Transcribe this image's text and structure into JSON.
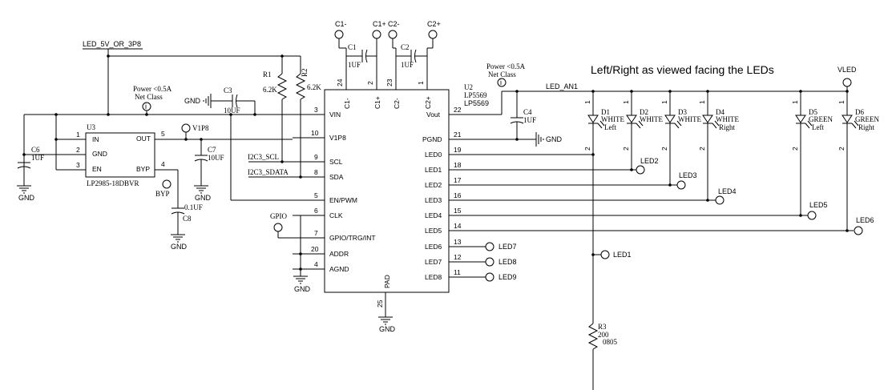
{
  "caption": "Left/Right as viewed facing the LEDs",
  "nets": {
    "led_5v": "LED_5V_OR_3P8",
    "power_note_1": "Power <0.5A",
    "power_note_2": "Net Class",
    "power_note2_1": "Power <0.5A",
    "power_note2_2": "Net Class",
    "led_an1": "LED_AN1",
    "vled": "VLED",
    "gnd": "GND",
    "v1p8": "V1P8",
    "byp": "BYP",
    "gpio": "GPIO",
    "i2c_scl": "I2C3_SCL",
    "i2c_sda": "I2C3_SDATA",
    "c1m": "C1-",
    "c1p": "C1+",
    "c2m": "C2-",
    "c2p": "C2+",
    "info": "i"
  },
  "u2": {
    "ref": "U2",
    "part1": "LP5569",
    "part2": "LP5569",
    "pad_label": "PAD",
    "pad_num": "25",
    "top_pins": [
      {
        "num": "24",
        "name": "C1-"
      },
      {
        "num": "2",
        "name": "C1+"
      },
      {
        "num": "23",
        "name": "C2-"
      },
      {
        "num": "1",
        "name": "C2+"
      }
    ],
    "left_pins": [
      {
        "num": "3",
        "name": "VIN"
      },
      {
        "num": "10",
        "name": "V1P8"
      },
      {
        "num": "9",
        "name": "SCL"
      },
      {
        "num": "8",
        "name": "SDA"
      },
      {
        "num": "5",
        "name": "EN/PWM"
      },
      {
        "num": "6",
        "name": "CLK"
      },
      {
        "num": "7",
        "name": "GPIO/TRG/INT"
      },
      {
        "num": "20",
        "name": "ADDR"
      },
      {
        "num": "4",
        "name": "AGND"
      }
    ],
    "right_pins": [
      {
        "num": "22",
        "name": "Vout"
      },
      {
        "num": "21",
        "name": "PGND"
      },
      {
        "num": "19",
        "name": "LED0"
      },
      {
        "num": "18",
        "name": "LED1"
      },
      {
        "num": "17",
        "name": "LED2"
      },
      {
        "num": "16",
        "name": "LED3"
      },
      {
        "num": "15",
        "name": "LED4"
      },
      {
        "num": "14",
        "name": "LED5"
      },
      {
        "num": "13",
        "name": "LED6"
      },
      {
        "num": "12",
        "name": "LED7"
      },
      {
        "num": "11",
        "name": "LED8"
      }
    ]
  },
  "u3": {
    "ref": "U3",
    "part": "LP2985-18DBVR",
    "pins": [
      {
        "num": "1",
        "name": "IN"
      },
      {
        "num": "2",
        "name": "GND"
      },
      {
        "num": "3",
        "name": "EN"
      },
      {
        "num": "5",
        "name": "OUT"
      },
      {
        "num": "4",
        "name": "BYP"
      }
    ]
  },
  "caps": {
    "c1": {
      "ref": "C1",
      "val": "1UF"
    },
    "c2": {
      "ref": "C2",
      "val": "1UF"
    },
    "c3": {
      "ref": "C3",
      "val": "10UF"
    },
    "c4": {
      "ref": "C4",
      "val": "1UF"
    },
    "c6": {
      "ref": "C6",
      "val": "1UF"
    },
    "c7": {
      "ref": "C7",
      "val": "10UF"
    },
    "c8": {
      "ref": "C8",
      "val": "0.1UF"
    }
  },
  "resistors": {
    "r1": {
      "ref": "R1",
      "val": "6.2K"
    },
    "r2": {
      "ref": "R2",
      "val": "6.2K"
    },
    "r3": {
      "ref": "R3",
      "val": "200",
      "pkg": "0805"
    }
  },
  "leds": [
    {
      "ref": "D1",
      "color": "WHITE",
      "side": "Left"
    },
    {
      "ref": "D2",
      "color": "WHITE",
      "side": ""
    },
    {
      "ref": "D3",
      "color": "WHITE",
      "side": ""
    },
    {
      "ref": "D4",
      "color": "WHITE",
      "side": "Right"
    },
    {
      "ref": "D5",
      "color": "GREEN",
      "side": "Left"
    },
    {
      "ref": "D6",
      "color": "GREEN",
      "side": "Right"
    }
  ],
  "led_pin_a": "1",
  "led_pin_k": "2",
  "testpoints": [
    "LED1",
    "LED2",
    "LED3",
    "LED4",
    "LED5",
    "LED6",
    "LED7",
    "LED8",
    "LED9"
  ]
}
